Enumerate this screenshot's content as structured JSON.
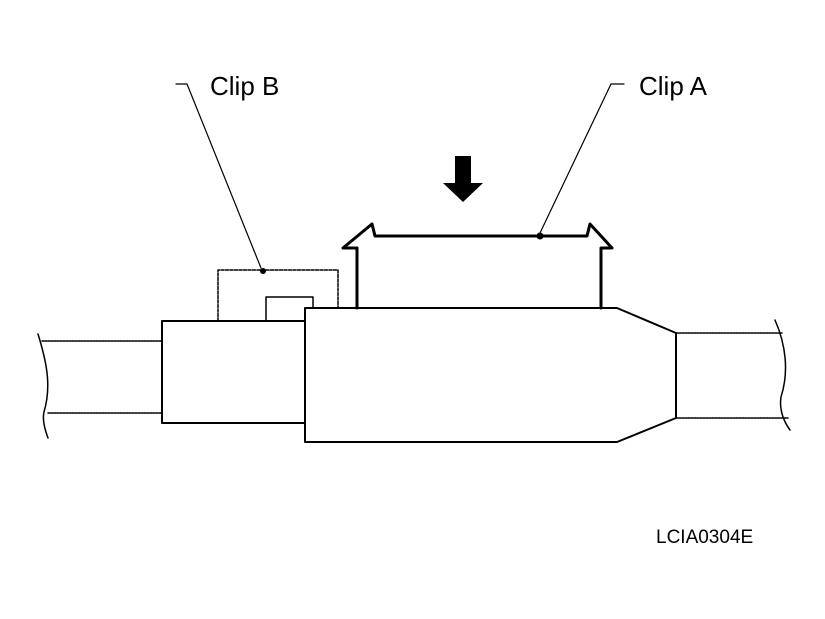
{
  "labels": {
    "clip_b": "Clip B",
    "clip_a": "Clip A",
    "figure_code": "LCIA0304E"
  },
  "colors": {
    "line": "#000000",
    "background": "#ffffff"
  }
}
